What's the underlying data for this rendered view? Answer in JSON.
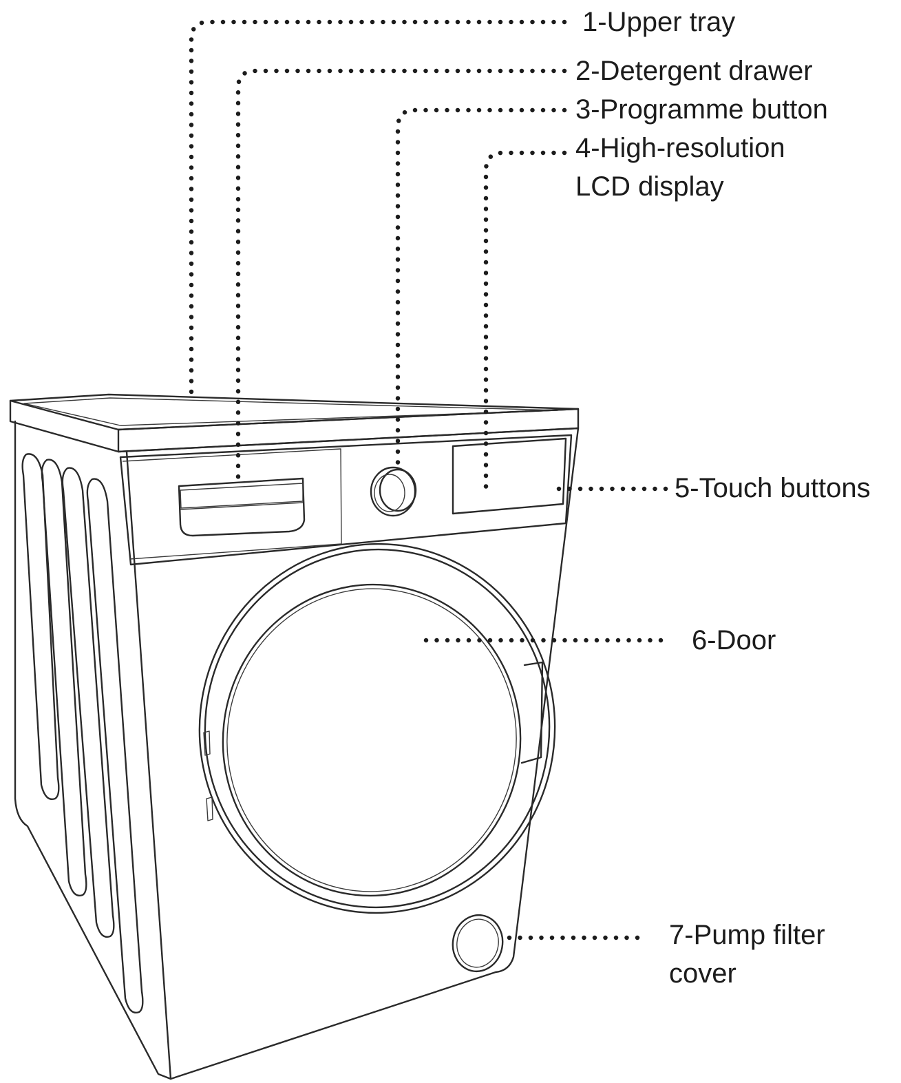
{
  "labels": [
    {
      "id": "upper-tray",
      "text": "1-Upper tray"
    },
    {
      "id": "detergent-drawer",
      "text": "2-Detergent drawer"
    },
    {
      "id": "programme-button",
      "text": "3-Programme button"
    },
    {
      "id": "lcd-display",
      "text": "4-High-resolution",
      "text2": "LCD display"
    },
    {
      "id": "touch-buttons",
      "text": "5-Touch buttons"
    },
    {
      "id": "door",
      "text": "6-Door"
    },
    {
      "id": "pump-filter-cover",
      "text": "7-Pump filter",
      "text2": "cover"
    }
  ],
  "colors": {
    "line": "#1c1c1c",
    "background": "#ffffff"
  }
}
